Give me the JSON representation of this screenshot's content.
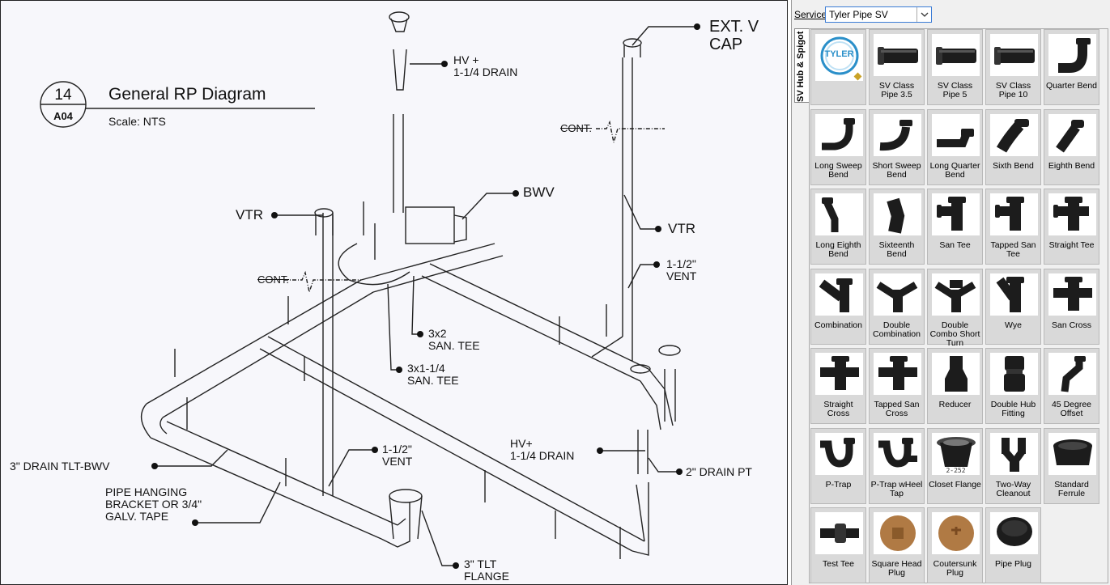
{
  "drawing": {
    "detail_number": "14",
    "sheet": "A04",
    "title": "General RP Diagram",
    "scale": "Scale:  NTS",
    "callouts": {
      "ext_v_cap": "EXT. V\nCAP",
      "hv_drain_top": "HV +\n1-1/4 DRAIN",
      "cont_upper": "CONT.",
      "bwv": "BWV",
      "vtr_left": "VTR",
      "vtr_right": "VTR",
      "vent_right": "1-1/2\"\nVENT",
      "cont_left": "CONT.",
      "san_tee_3x2": "3x2\nSAN. TEE",
      "san_tee_3x114": "3x1-1/4\nSAN. TEE",
      "vent_bottom": "1-1/2\"\nVENT",
      "hv_drain_bottom": "HV+\n1-1/4 DRAIN",
      "drain_tlt_bwv": "3\" DRAIN TLT-BWV",
      "drain_pt": "2\" DRAIN PT",
      "pipe_hanging": "PIPE HANGING\nBRACKET OR 3/4\"\nGALV. TAPE",
      "tlt_flange": "3\" TLT\nFLANGE"
    }
  },
  "palette": {
    "service_label": "Service",
    "service_value": "Tyler Pipe SV",
    "tab_label": "SV Hub & Spigot",
    "logo_text": "TYLER",
    "items": [
      {
        "label": "",
        "icon": "tyler-logo-icon"
      },
      {
        "label": "SV Class Pipe 3.5",
        "icon": "straight-pipe-icon"
      },
      {
        "label": "SV Class Pipe 5",
        "icon": "straight-pipe-icon"
      },
      {
        "label": "SV Class Pipe 10",
        "icon": "straight-pipe-icon"
      },
      {
        "label": "Quarter Bend",
        "icon": "quarter-bend-icon"
      },
      {
        "label": "Long Sweep Bend",
        "icon": "long-sweep-bend-icon"
      },
      {
        "label": "Short Sweep Bend",
        "icon": "short-sweep-bend-icon"
      },
      {
        "label": "Long Quarter Bend",
        "icon": "long-quarter-bend-icon"
      },
      {
        "label": "Sixth Bend",
        "icon": "sixth-bend-icon"
      },
      {
        "label": "Eighth Bend",
        "icon": "eighth-bend-icon"
      },
      {
        "label": "Long Eighth Bend",
        "icon": "long-eighth-bend-icon"
      },
      {
        "label": "Sixteenth Bend",
        "icon": "sixteenth-bend-icon"
      },
      {
        "label": "San Tee",
        "icon": "san-tee-icon"
      },
      {
        "label": "Tapped San Tee",
        "icon": "tapped-san-tee-icon"
      },
      {
        "label": "Straight Tee",
        "icon": "straight-tee-icon"
      },
      {
        "label": "Combination",
        "icon": "combination-icon"
      },
      {
        "label": "Double Combination",
        "icon": "double-combination-icon"
      },
      {
        "label": "Double Combo Short Turn",
        "icon": "double-combo-short-turn-icon"
      },
      {
        "label": "Wye",
        "icon": "wye-icon"
      },
      {
        "label": "San Cross",
        "icon": "san-cross-icon"
      },
      {
        "label": "Straight Cross",
        "icon": "straight-cross-icon"
      },
      {
        "label": "Tapped San Cross",
        "icon": "tapped-san-cross-icon"
      },
      {
        "label": "Reducer",
        "icon": "reducer-icon"
      },
      {
        "label": "Double Hub Fitting",
        "icon": "double-hub-fitting-icon"
      },
      {
        "label": "45 Degree Offset",
        "icon": "offset-45-icon"
      },
      {
        "label": "P-Trap",
        "icon": "p-trap-icon"
      },
      {
        "label": "P-Trap wHeel Tap",
        "icon": "p-trap-heel-tap-icon"
      },
      {
        "label": "Closet Flange",
        "icon": "closet-flange-icon"
      },
      {
        "label": "Two-Way Cleanout",
        "icon": "two-way-cleanout-icon"
      },
      {
        "label": "Standard Ferrule",
        "icon": "ferrule-icon"
      },
      {
        "label": "Test Tee",
        "icon": "test-tee-icon"
      },
      {
        "label": "Square Head Plug",
        "icon": "square-head-plug-icon"
      },
      {
        "label": "Coutersunk Plug",
        "icon": "countersunk-plug-icon"
      },
      {
        "label": "Pipe Plug",
        "icon": "pipe-plug-icon"
      }
    ],
    "closet_flange_mark": "2-252"
  },
  "colors": {
    "fitting": "#1c1c1c",
    "brass": "#b07a44",
    "accent": "#3a7bd5",
    "logo": "#2a8fc9"
  }
}
